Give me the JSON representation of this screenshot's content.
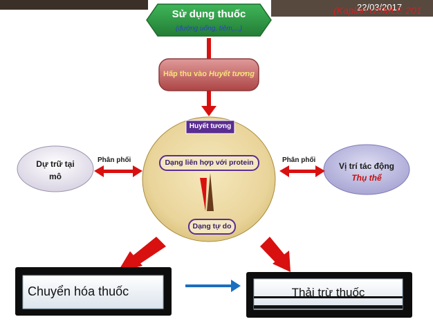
{
  "header": {
    "date": "22/03/2017",
    "citation": "(Kaplan USMLE 201"
  },
  "nodes": {
    "drug_use": {
      "title": "Sử dụng thuốc",
      "subtitle": "(đường uống, tiêm,...)"
    },
    "absorption": {
      "prefix": "Hấp thu vào ",
      "emphasis": "Huyết tương"
    },
    "plasma": {
      "label": "Huyết tương",
      "protein_bound": "Dạng liên hợp với protein",
      "free_form": "Dạng tự do"
    },
    "tissue_storage": {
      "line1": "Dự trữ tại",
      "line2": "mô"
    },
    "site_of_action": {
      "line1": "Vị trí tác động",
      "line2": "Thụ thể"
    },
    "metabolism": {
      "label": "Chuyển hóa thuốc"
    },
    "excretion": {
      "label": "Thải trừ thuốc"
    }
  },
  "edges": {
    "left_label": "Phân phối",
    "right_label": "Phân phối"
  },
  "colors": {
    "hexagon": "#2e9e45",
    "absorption_box": "#c96b6b",
    "circle": "#ecd9a0",
    "ellipse_left": "#ece8f2",
    "ellipse_right": "#c8c6e4",
    "arrow_red": "#e01010",
    "arrow_blue": "#1a6fc0",
    "plasma_label_bg": "#5a2d91"
  }
}
